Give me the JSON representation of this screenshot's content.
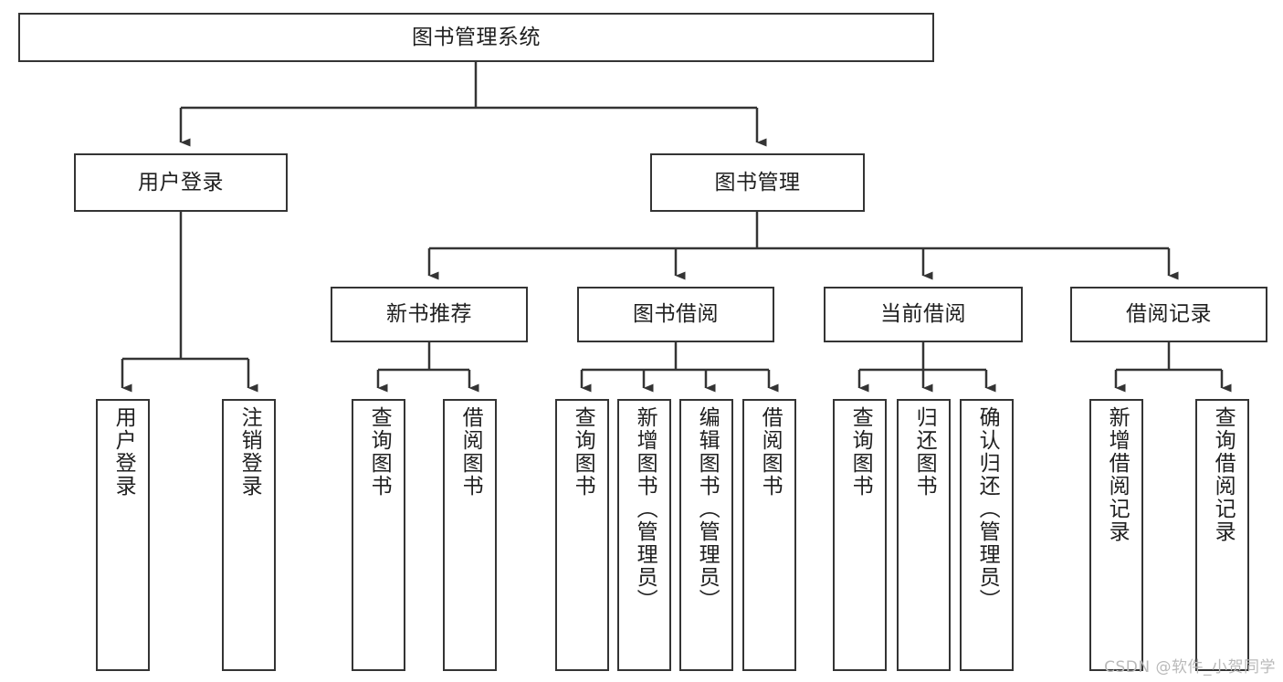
{
  "diagram": {
    "title": "图书管理系统",
    "watermark": "CSDN @软件_小贺同学",
    "stroke_color": "#343434",
    "text_color": "#202020",
    "background_color": "#ffffff",
    "nodes": {
      "root": "图书管理系统",
      "level2": [
        "用户登录",
        "图书管理"
      ],
      "level3": [
        "新书推荐",
        "图书借阅",
        "当前借阅",
        "借阅记录"
      ],
      "leaves": {
        "user_login": [
          "用户登录",
          "注销登录"
        ],
        "new_book_recommend": [
          "查询图书",
          "借阅图书"
        ],
        "book_borrow": [
          "查询图书",
          "新增图书（管理员）",
          "编辑图书（管理员）",
          "借阅图书"
        ],
        "current_borrow": [
          "查询图书",
          "归还图书",
          "确认归还（管理员）"
        ],
        "borrow_record": [
          "新增借阅记录",
          "查询借阅记录"
        ]
      }
    }
  }
}
